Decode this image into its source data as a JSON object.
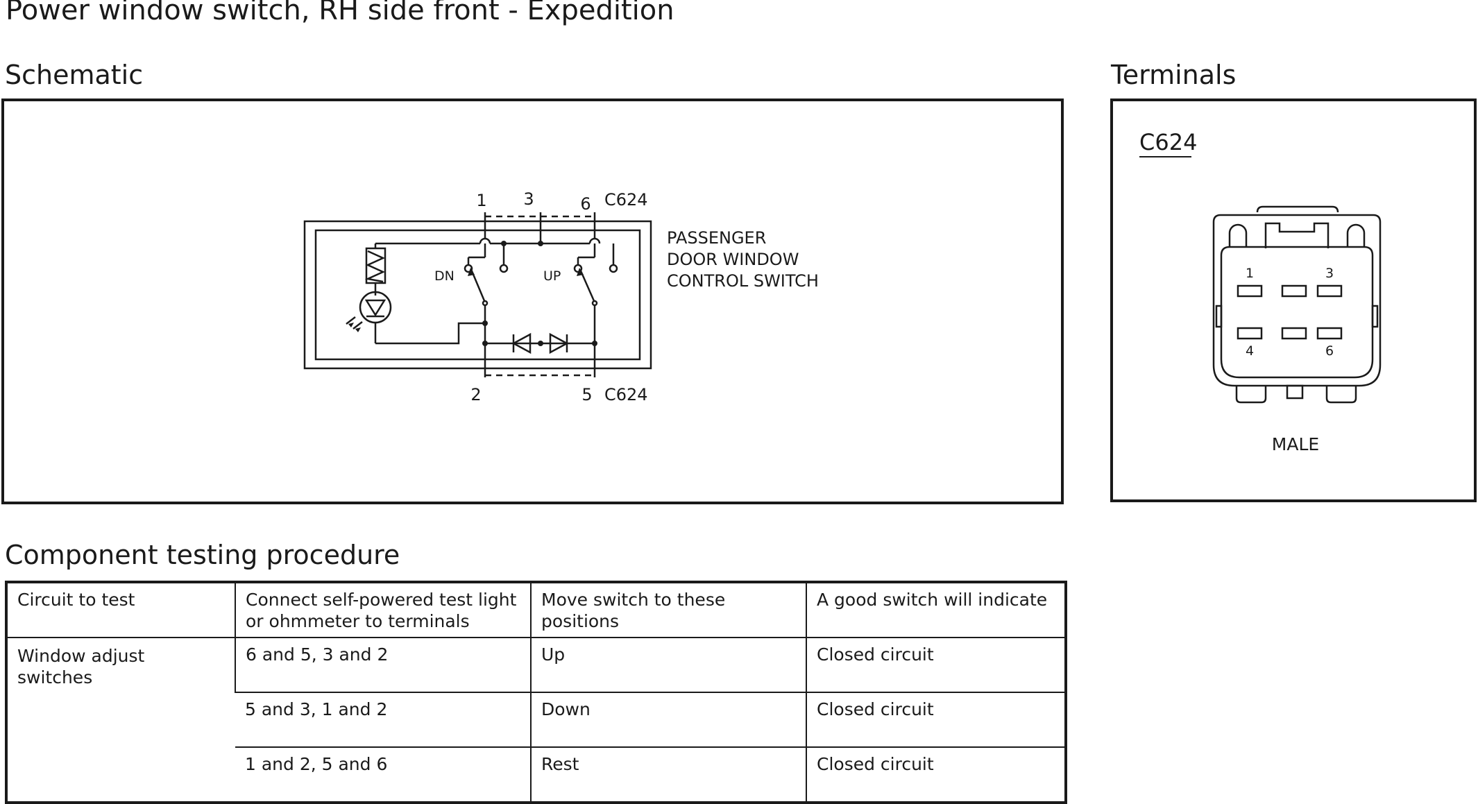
{
  "title": "Power window switch, RH side front - Expedition",
  "schematic": {
    "heading": "Schematic",
    "top_pins": [
      "1",
      "3",
      "6"
    ],
    "bottom_pins": [
      "2",
      "5"
    ],
    "connector_top": "C624",
    "connector_bottom": "C624",
    "switch_labels": {
      "dn": "DN",
      "up": "UP"
    },
    "description_lines": [
      "PASSENGER",
      "DOOR WINDOW",
      "CONTROL SWITCH"
    ]
  },
  "terminals": {
    "heading": "Terminals",
    "connector": "C624",
    "pin_labels_top": [
      "1",
      "3"
    ],
    "pin_labels_bottom": [
      "4",
      "6"
    ],
    "gender": "MALE"
  },
  "procedure": {
    "heading": "Component testing procedure",
    "columns": [
      "Circuit to test",
      "Connect self-powered test light or ohmmeter to terminals",
      "Move switch to these positions",
      "A good switch will indicate"
    ],
    "circuit": "Window adjust switches",
    "rows": [
      {
        "terminals": "6 and 5, 3 and 2",
        "position": "Up",
        "result": "Closed circuit"
      },
      {
        "terminals": "5 and 3, 1 and 2",
        "position": "Down",
        "result": "Closed circuit"
      },
      {
        "terminals": "1 and 2, 5 and 6",
        "position": "Rest",
        "result": "Closed circuit"
      }
    ]
  }
}
